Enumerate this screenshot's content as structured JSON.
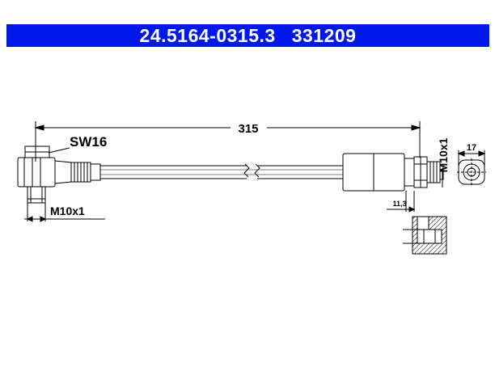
{
  "header": {
    "article_number": "24.5164-0315.3",
    "reference_number": "331209",
    "background_color": "#0018e8"
  },
  "drawing": {
    "length_label": "315",
    "wrench_label": "SW16",
    "thread_left_label": "M10x1",
    "thread_right_label": "M10x1",
    "end_diameter_label": "17",
    "end_offset_label": "11,3"
  }
}
